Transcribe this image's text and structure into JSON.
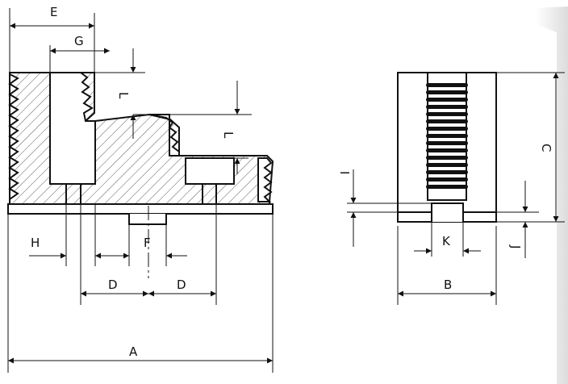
{
  "labels": {
    "A": "A",
    "B": "B",
    "C": "C",
    "D": "D",
    "E": "E",
    "F": "F",
    "G": "G",
    "H": "H",
    "I": "I",
    "J": "J",
    "K": "K",
    "L": "L"
  },
  "colors": {
    "line": "#111111",
    "hatch": "#333333",
    "background": "#ffffff",
    "corner-shade": "#e4e4e4"
  }
}
